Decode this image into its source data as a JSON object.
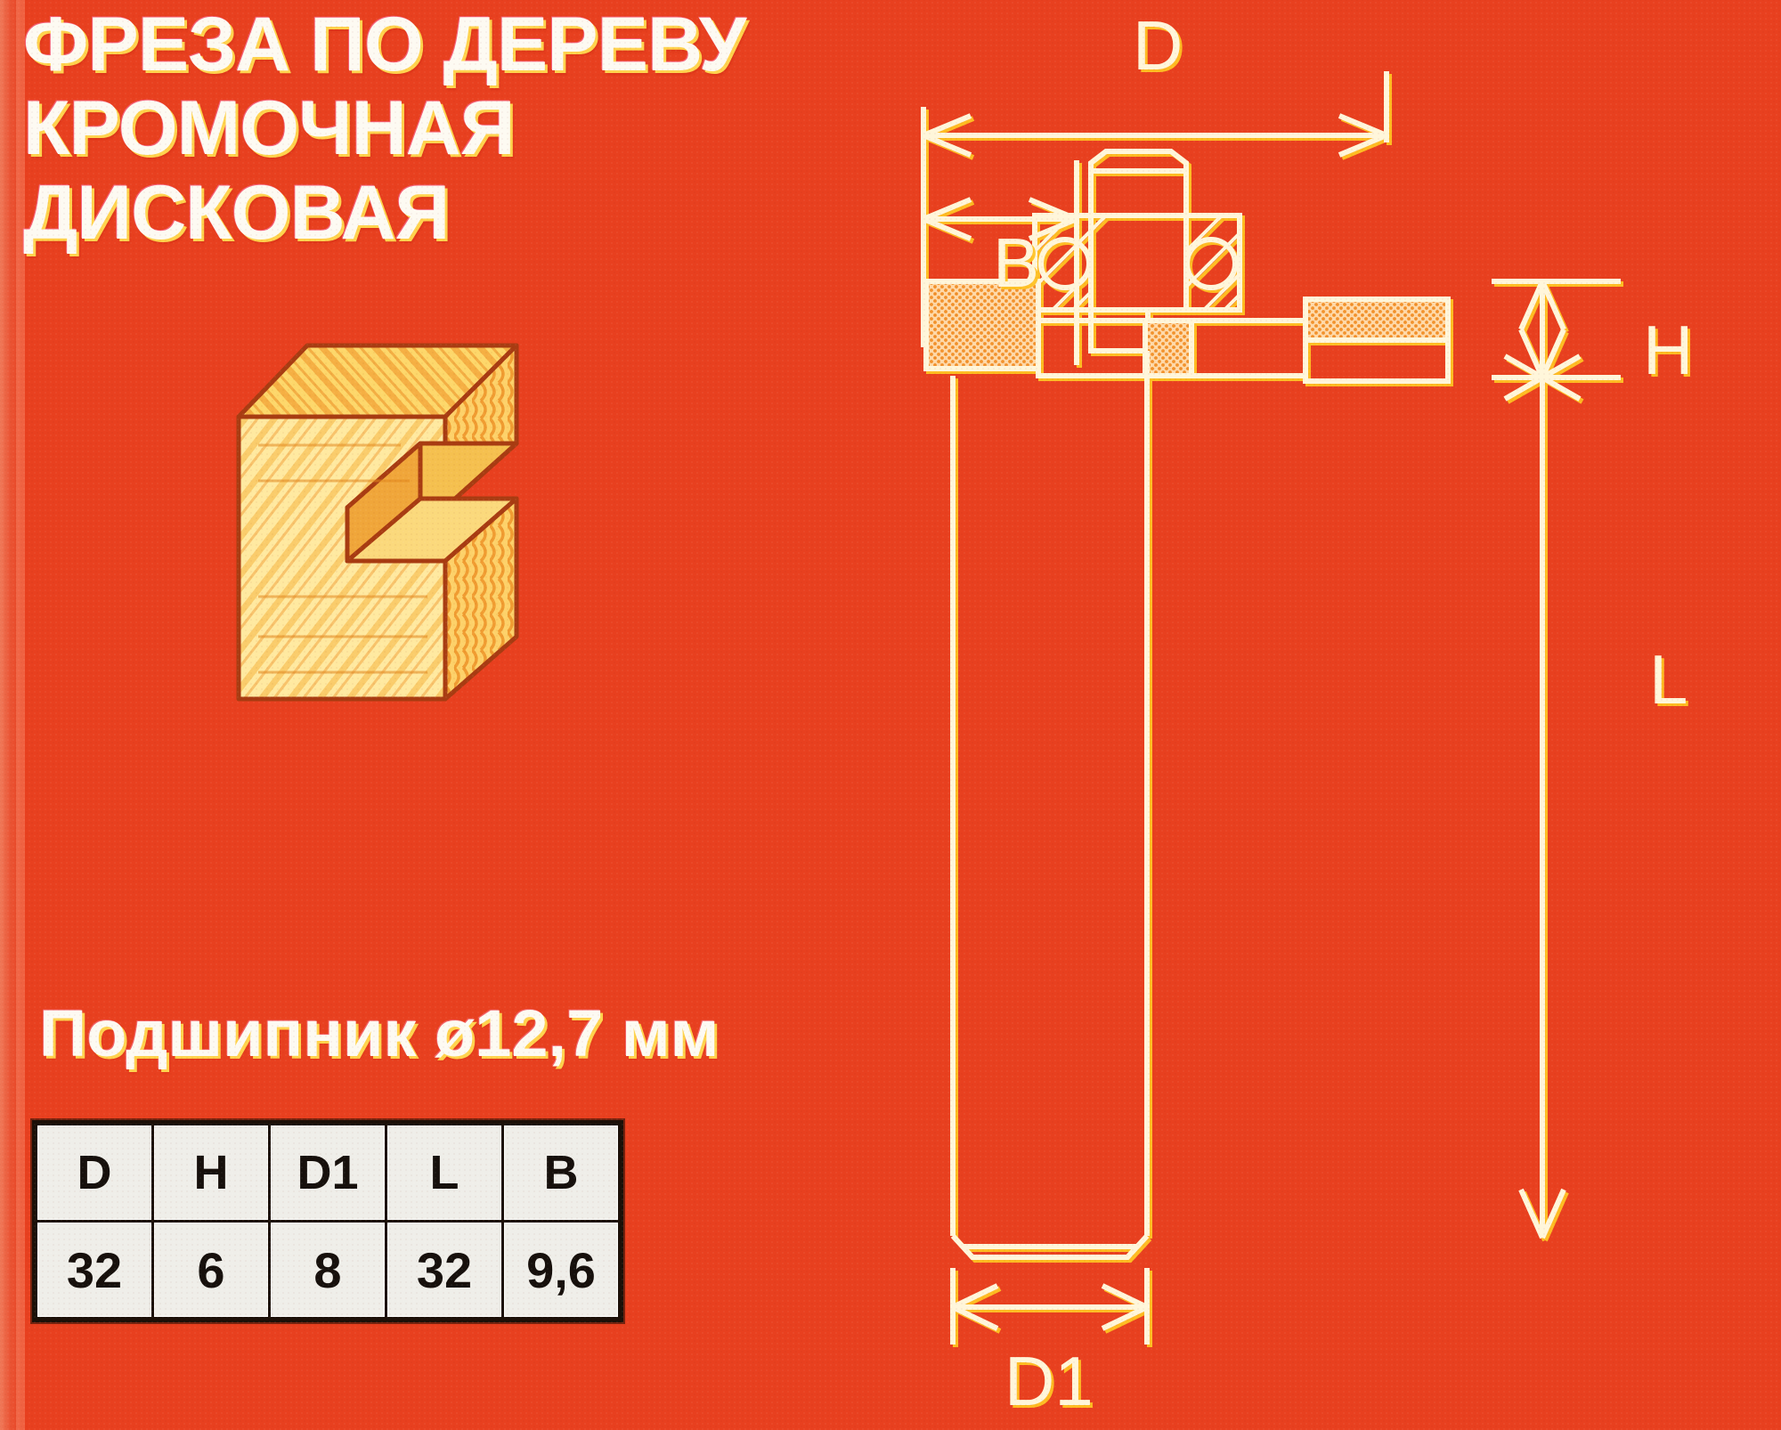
{
  "colors": {
    "background_red": "#e8401f",
    "text_white": "#fdfaf2",
    "text_glow_yellow": "#ffd34d",
    "drawing_line": "#fff6da",
    "drawing_line_shadow": "#ffc224",
    "wood_light": "#ffe9a0",
    "wood_mid": "#fdd76a",
    "wood_grain": "#f0952a",
    "wood_outline": "#a83c12",
    "table_cell_bg": "#efeee9",
    "table_border": "#1b1008",
    "table_text": "#16100c"
  },
  "title": {
    "line1": "ФРЕЗА ПО ДЕРЕВУ",
    "line2": "КРОМОЧНАЯ",
    "line3": "ДИСКОВАЯ"
  },
  "bearing": {
    "text": "Подшипник ø12,7 мм"
  },
  "spec_table": {
    "headers": [
      "D",
      "H",
      "D1",
      "L",
      "B"
    ],
    "values": [
      "32",
      "6",
      "8",
      "32",
      "9,6"
    ]
  },
  "drawing": {
    "labels": {
      "d_top": "D",
      "b": "B",
      "h": "H",
      "l": "L",
      "d1_bottom": "D1"
    },
    "caption": "Router bit cross-section with bearing, cutter disc and shank"
  },
  "illustration": {
    "caption": "Wooden block with rebated / grooved edge cut"
  },
  "chart_data": {
    "type": "table",
    "title": "Фреза по дереву кромочная дисковая — размеры",
    "categories": [
      "D",
      "H",
      "D1",
      "L",
      "B"
    ],
    "values": [
      32,
      6,
      8,
      32,
      9.6
    ],
    "units": "мм",
    "annotations": [
      "Подшипник ø12,7 мм"
    ]
  }
}
